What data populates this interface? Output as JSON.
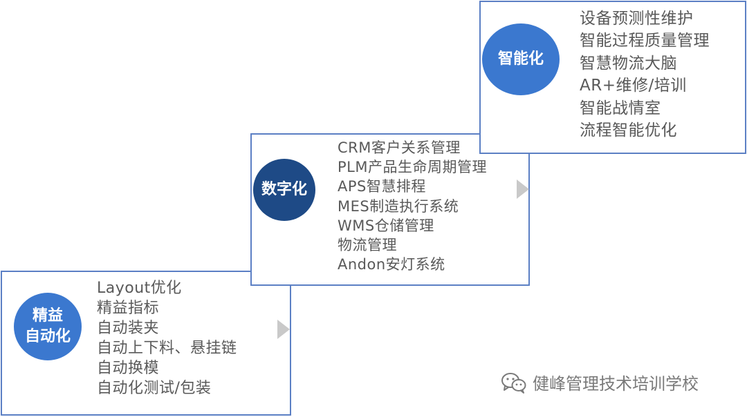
{
  "stages": {
    "lean": {
      "circle_lines": [
        "精益",
        "自动化"
      ],
      "items": [
        "Layout优化",
        "精益指标",
        "自动装夹",
        "自动上下料、悬挂链",
        "自动换模",
        "自动化测试/包装"
      ]
    },
    "digital": {
      "circle_lines": [
        "数字化"
      ],
      "items": [
        "CRM客户关系管理",
        "PLM产品生命周期管理",
        "APS智慧排程",
        "MES制造执行系统",
        "WMS仓储管理",
        "物流管理",
        "Andon安灯系统"
      ]
    },
    "smart": {
      "circle_lines": [
        "智能化"
      ],
      "items": [
        "设备预测性维护",
        "智能过程质量管理",
        "智慧物流大脑",
        "AR+维修/培训",
        "智能战情室",
        "流程智能优化"
      ]
    }
  },
  "watermark": {
    "icon": "wechat-icon",
    "text": "健峰管理技术培训学校"
  },
  "colors": {
    "box_border": "#5b7fc4",
    "circle_light": "#3b78cf",
    "circle_dark": "#1e4a86",
    "item_text": "#595959",
    "arrow": "#c9c9c9"
  }
}
